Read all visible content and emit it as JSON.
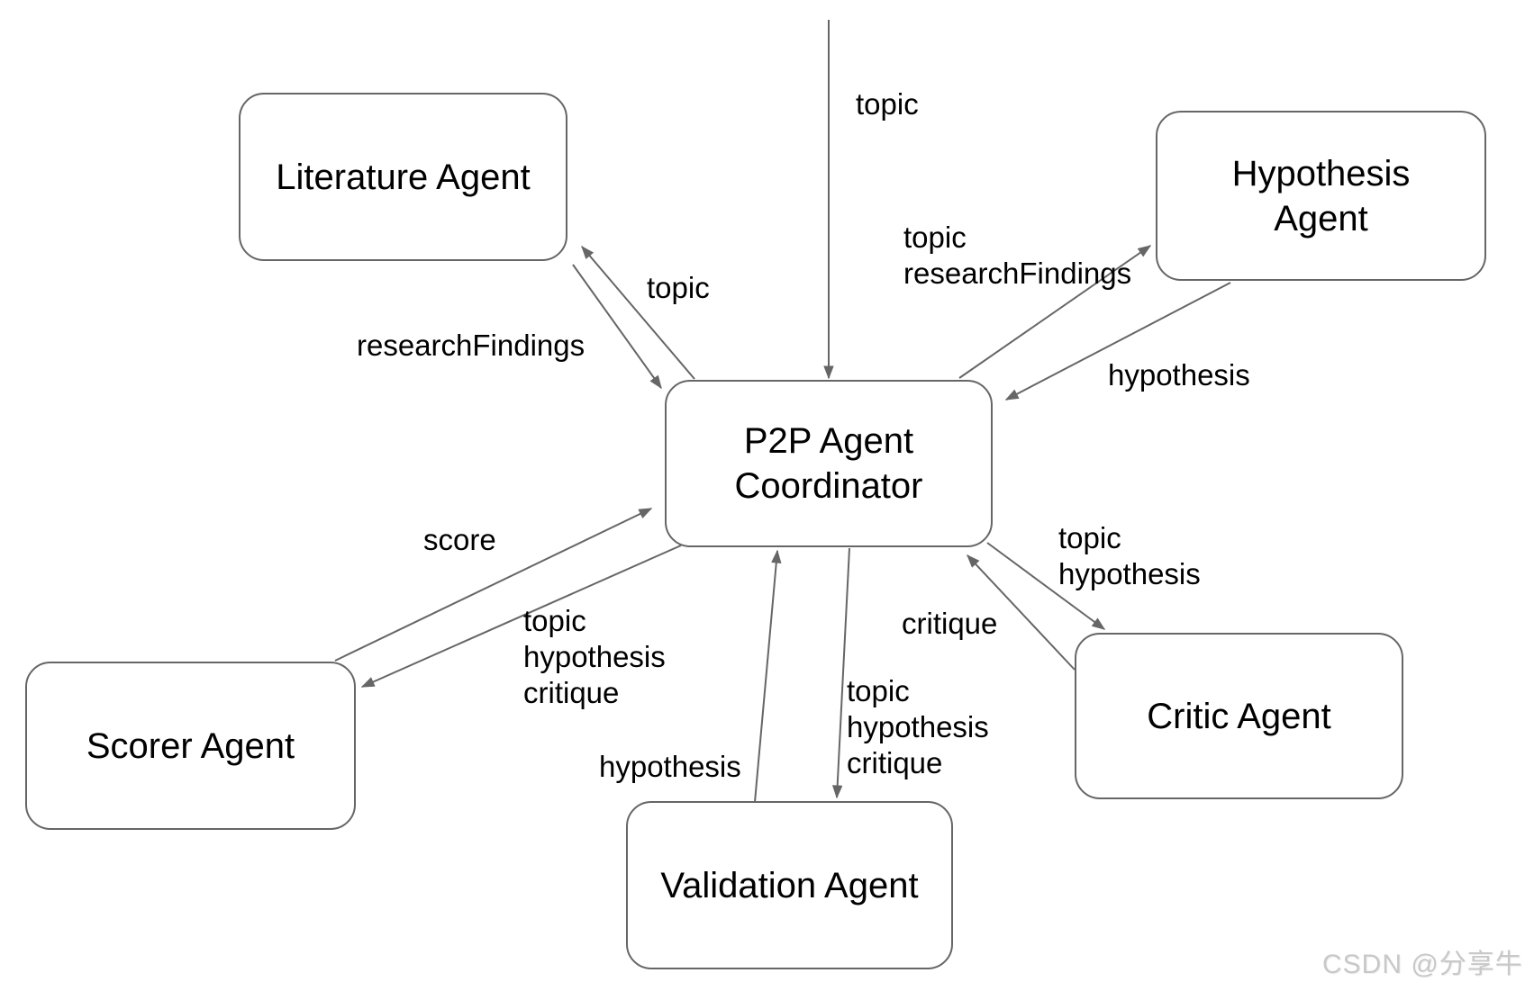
{
  "diagram": {
    "title_hint": "P2P multi-agent coordination diagram",
    "colors": {
      "line": "#666666",
      "node_border": "#666666",
      "node_fill": "#ffffff",
      "text": "#000000",
      "watermark": "#c8c8c8",
      "background": "#ffffff"
    },
    "nodes": {
      "coordinator": {
        "line1": "P2P Agent",
        "line2": "Coordinator"
      },
      "literature": {
        "label": "Literature Agent"
      },
      "hypothesis": {
        "line1": "Hypothesis",
        "line2": "Agent"
      },
      "critic": {
        "label": "Critic Agent"
      },
      "validation": {
        "label": "Validation Agent"
      },
      "scorer": {
        "label": "Scorer Agent"
      }
    },
    "edges": {
      "input_to_coordinator": {
        "label": "topic"
      },
      "coordinator_to_literature": {
        "label": "topic"
      },
      "literature_to_coordinator": {
        "label": "researchFindings"
      },
      "coordinator_to_hypothesis": {
        "line1": "topic",
        "line2": "researchFindings"
      },
      "hypothesis_to_coordinator": {
        "label": "hypothesis"
      },
      "coordinator_to_critic": {
        "line1": "topic",
        "line2": "hypothesis"
      },
      "critic_to_coordinator": {
        "label": "critique"
      },
      "coordinator_to_scorer": {
        "line1": "topic",
        "line2": "hypothesis",
        "line3": "critique"
      },
      "scorer_to_coordinator": {
        "label": "score"
      },
      "coordinator_to_validation": {
        "line1": "topic",
        "line2": "hypothesis",
        "line3": "critique"
      },
      "validation_to_coordinator": {
        "label": "hypothesis"
      }
    },
    "watermark": "CSDN @分享牛"
  }
}
